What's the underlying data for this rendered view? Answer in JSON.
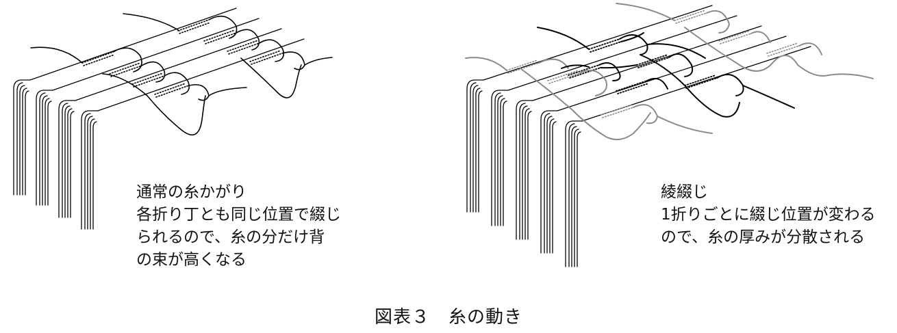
{
  "left_panel": {
    "caption": [
      "通常の糸かがり",
      "各折り丁とも同じ位置で綴じ",
      "られるので、糸の分だけ背",
      "の束が高くなる"
    ]
  },
  "right_panel": {
    "caption": [
      "綾綴じ",
      "1折りごとに綴じ位置が変わる",
      "ので、糸の厚みが分散される"
    ]
  },
  "figure_title": "図表３　糸の動き",
  "colors": {
    "line": "#000000",
    "thread_alt": "#8a8a8a"
  }
}
